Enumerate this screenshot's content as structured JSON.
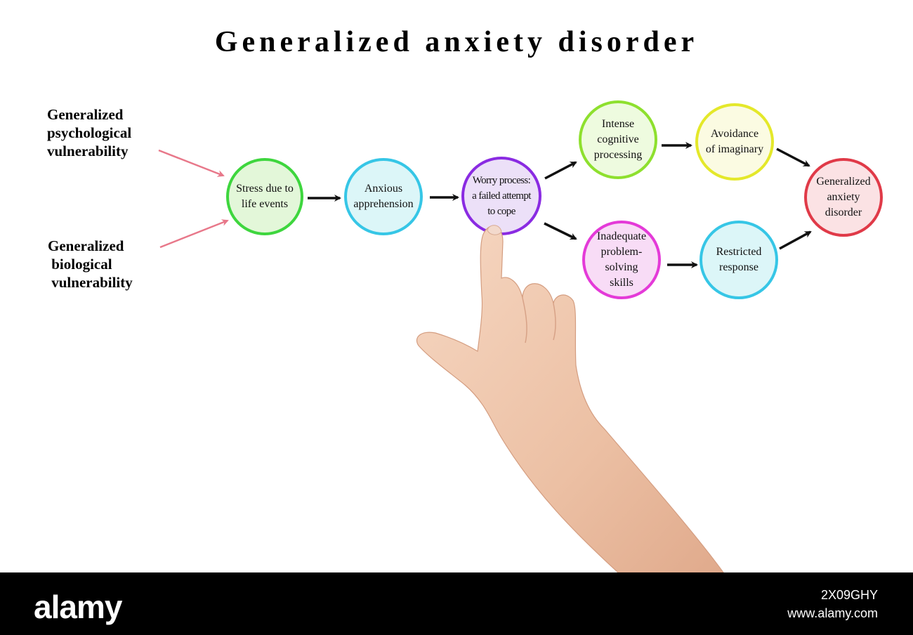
{
  "title": "Generalized anxiety disorder",
  "inputs": {
    "psychological": [
      "Generalized",
      "psychological",
      "vulnerability"
    ],
    "biological": [
      "Generalized",
      " biological",
      " vulnerability"
    ]
  },
  "nodes": {
    "stress": {
      "lines": [
        "Stress due to",
        "life events"
      ],
      "border": "#3ed63e",
      "fill": "#e3f7d9"
    },
    "apprehension": {
      "lines": [
        "Anxious",
        "apprehension"
      ],
      "border": "#36c6e6",
      "fill": "#dcf6f8"
    },
    "worry": {
      "lines": [
        "Worry process:",
        "a failed attempt",
        "to cope"
      ],
      "border": "#8a2be2",
      "fill": "#ece0f8"
    },
    "cognitive": {
      "lines": [
        "Intense",
        "cognitive",
        "processing"
      ],
      "border": "#8ee02e",
      "fill": "#eefbdf"
    },
    "avoidance": {
      "lines": [
        "Avoidance",
        "of imaginary"
      ],
      "border": "#e4e82a",
      "fill": "#fbfbe2"
    },
    "problem_solving": {
      "lines": [
        "Inadequate",
        "problem-",
        "solving",
        "skills"
      ],
      "border": "#e43ad8",
      "fill": "#f8dcf6"
    },
    "restricted": {
      "lines": [
        "Restricted",
        "response"
      ],
      "border": "#36c6e6",
      "fill": "#dcf6f8"
    },
    "gad": {
      "lines": [
        "Generalized",
        "anxiety",
        "disorder"
      ],
      "border": "#e03a48",
      "fill": "#fbe2e4"
    }
  },
  "colors": {
    "flow_arrow": "#111111",
    "input_arrow": "#e8788a"
  },
  "footer": {
    "logo": "alamy",
    "image_id": "2X09GHY",
    "site": "www.alamy.com"
  }
}
